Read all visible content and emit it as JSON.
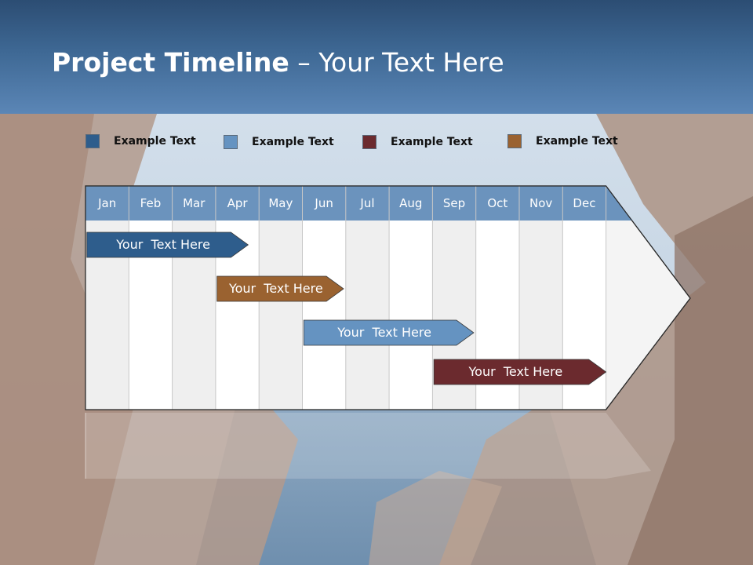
{
  "header": {
    "title_bold": "Project Timeline",
    "title_rest": " – Your Text Here"
  },
  "legend": [
    {
      "label": "Example Text",
      "color": "#2e5d8c"
    },
    {
      "label": "Example Text",
      "color": "#6593c1"
    },
    {
      "label": "Example Text",
      "color": "#6b2a2e"
    },
    {
      "label": "Example Text",
      "color": "#9a6230"
    }
  ],
  "timeline": {
    "months": [
      "Jan",
      "Feb",
      "Mar",
      "Apr",
      "May",
      "Jun",
      "Jul",
      "Aug",
      "Sep",
      "Oct",
      "Nov",
      "Dec"
    ],
    "month_header_color": "#6b93bd",
    "bars": [
      {
        "label": "Your  Text Here",
        "start_month": 0.05,
        "end_month": 3.75,
        "color": "#2e5d8c"
      },
      {
        "label": "Your  Text Here",
        "start_month": 3.05,
        "end_month": 5.95,
        "color": "#9a6230"
      },
      {
        "label": "Your  Text Here",
        "start_month": 5.05,
        "end_month": 8.95,
        "color": "#6593c1"
      },
      {
        "label": "Your  Text Here",
        "start_month": 8.05,
        "end_month": 12.0,
        "color": "#6b2a2e"
      }
    ]
  }
}
